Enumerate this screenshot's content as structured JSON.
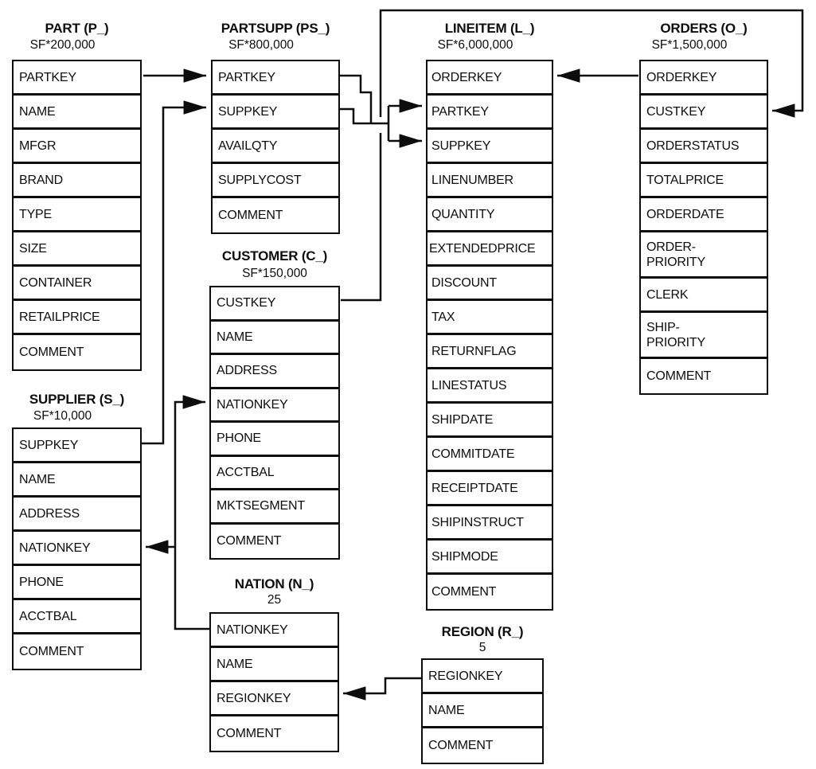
{
  "diagram": {
    "kind": "TPC-H benchmark database schema",
    "tables": {
      "part": {
        "title": "PART (P_)",
        "cardinality": "SF*200,000",
        "rows": [
          "PARTKEY",
          "NAME",
          "MFGR",
          "BRAND",
          "TYPE",
          "SIZE",
          "CONTAINER",
          "RETAILPRICE",
          "COMMENT"
        ]
      },
      "partsupp": {
        "title": "PARTSUPP (PS_)",
        "cardinality": "SF*800,000",
        "rows": [
          "PARTKEY",
          "SUPPKEY",
          "AVAILQTY",
          "SUPPLYCOST",
          "COMMENT"
        ]
      },
      "lineitem": {
        "title": "LINEITEM (L_)",
        "cardinality": "SF*6,000,000",
        "rows": [
          "ORDERKEY",
          "PARTKEY",
          "SUPPKEY",
          "LINENUMBER",
          "QUANTITY",
          "EXTENDEDPRICE",
          "DISCOUNT",
          "TAX",
          "RETURNFLAG",
          "LINESTATUS",
          "SHIPDATE",
          "COMMITDATE",
          "RECEIPTDATE",
          "SHIPINSTRUCT",
          "SHIPMODE",
          "COMMENT"
        ]
      },
      "orders": {
        "title": "ORDERS (O_)",
        "cardinality": "SF*1,500,000",
        "rows": [
          "ORDERKEY",
          "CUSTKEY",
          "ORDERSTATUS",
          "TOTALPRICE",
          "ORDERDATE",
          "ORDER-\nPRIORITY",
          "CLERK",
          "SHIP-\nPRIORITY",
          "COMMENT"
        ]
      },
      "supplier": {
        "title": "SUPPLIER (S_)",
        "cardinality": "SF*10,000",
        "rows": [
          "SUPPKEY",
          "NAME",
          "ADDRESS",
          "NATIONKEY",
          "PHONE",
          "ACCTBAL",
          "COMMENT"
        ]
      },
      "customer": {
        "title": "CUSTOMER (C_)",
        "cardinality": "SF*150,000",
        "rows": [
          "CUSTKEY",
          "NAME",
          "ADDRESS",
          "NATIONKEY",
          "PHONE",
          "ACCTBAL",
          "MKTSEGMENT",
          "COMMENT"
        ]
      },
      "nation": {
        "title": "NATION (N_)",
        "cardinality": "25",
        "rows": [
          "NATIONKEY",
          "NAME",
          "REGIONKEY",
          "COMMENT"
        ]
      },
      "region": {
        "title": "REGION (R_)",
        "cardinality": "5",
        "rows": [
          "REGIONKEY",
          "NAME",
          "COMMENT"
        ]
      }
    },
    "connections": [
      {
        "from": "PART.PARTKEY",
        "to": "PARTSUPP.PARTKEY"
      },
      {
        "from": "SUPPLIER.SUPPKEY",
        "to": "PARTSUPP.SUPPKEY"
      },
      {
        "from": "PARTSUPP.PARTKEY",
        "to": "LINEITEM.PARTKEY"
      },
      {
        "from": "PARTSUPP.SUPPKEY",
        "to": "LINEITEM.SUPPKEY"
      },
      {
        "from": "ORDERS.ORDERKEY",
        "to": "LINEITEM.ORDERKEY"
      },
      {
        "from": "CUSTOMER.CUSTKEY",
        "to": "ORDERS.CUSTKEY"
      },
      {
        "from": "NATION.NATIONKEY",
        "to": "CUSTOMER.NATIONKEY"
      },
      {
        "from": "NATION.NATIONKEY",
        "to": "SUPPLIER.NATIONKEY"
      },
      {
        "from": "REGION.REGIONKEY",
        "to": "NATION.REGIONKEY"
      }
    ],
    "line_color": "#0d0d0d",
    "background_color": "#ffffff"
  }
}
